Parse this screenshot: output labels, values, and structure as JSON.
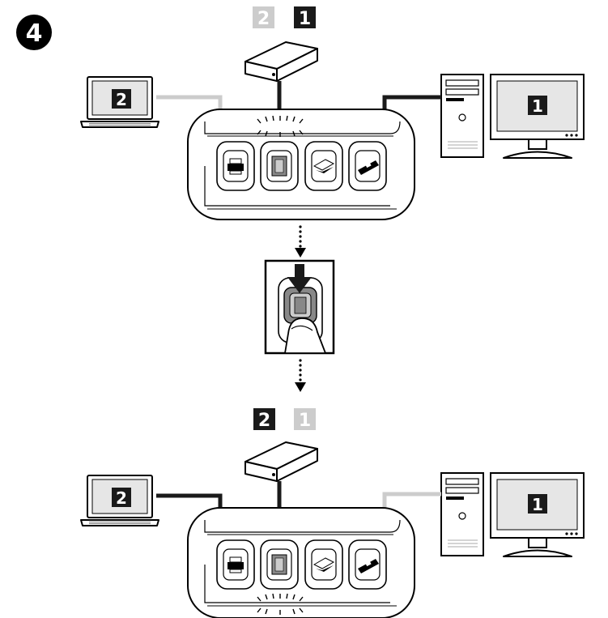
{
  "step": {
    "number": "4",
    "badge_color": "#000000"
  },
  "colors": {
    "active": "#1a1a1a",
    "inactive": "#cccccc",
    "device_outline": "#000000",
    "screen_fill": "#e6e6e6"
  },
  "panels": [
    {
      "id": "before",
      "hub_labels": [
        "2",
        "1"
      ],
      "hub_active_label": "1",
      "laptop_label": "2",
      "desktop_label": "1",
      "laptop_cable": "inactive",
      "desktop_cable": "active",
      "switch_buttons": [
        "printer-icon",
        "book-scanner-icon",
        "scanner-icon",
        "card-reader-icon"
      ]
    },
    {
      "id": "after",
      "hub_labels": [
        "2",
        "1"
      ],
      "hub_active_label": "2",
      "laptop_label": "2",
      "desktop_label": "1",
      "laptop_cable": "active",
      "desktop_cable": "inactive",
      "switch_buttons": [
        "printer-icon",
        "book-scanner-icon",
        "scanner-icon",
        "card-reader-icon"
      ]
    }
  ],
  "action": {
    "icon": "finger-press-icon",
    "description_arrow": "arrow-down-icon"
  }
}
